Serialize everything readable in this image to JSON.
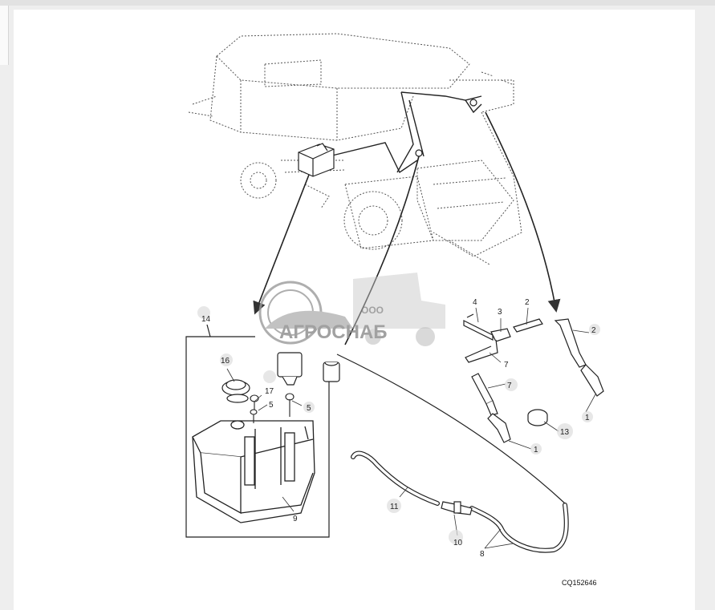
{
  "figure_code": "CQ152646",
  "watermark": {
    "line1": "ООО",
    "line2": "АГРОСНАБ"
  },
  "colors": {
    "page_background": "#eeeeee",
    "canvas_background": "#ffffff",
    "line_art": "#333333",
    "watermark": "#8a8a8a"
  },
  "callouts": [
    "14",
    "16",
    "17",
    "5",
    "5",
    "9",
    "4",
    "3",
    "2",
    "2",
    "7",
    "7",
    "13",
    "1",
    "1",
    "11",
    "10",
    "8"
  ]
}
